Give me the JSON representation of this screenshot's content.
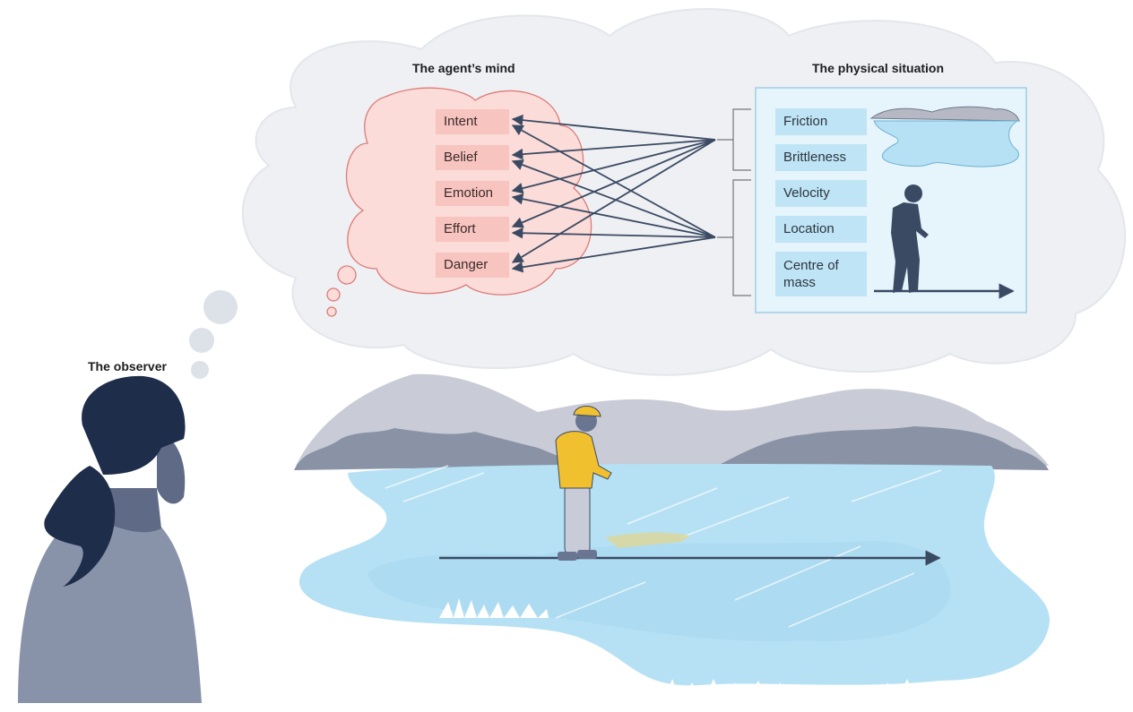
{
  "labels": {
    "agent_mind": "The agent’s mind",
    "physical_situation": "The physical situation",
    "observer": "The observer"
  },
  "mind_factors": [
    "Intent",
    "Belief",
    "Emotion",
    "Effort",
    "Danger"
  ],
  "physical_factors": {
    "environment_group": [
      "Friction",
      "Brittleness"
    ],
    "agent_group": [
      "Velocity",
      "Location",
      "Centre of mass"
    ]
  },
  "connections": {
    "environment_group_to": [
      "Intent",
      "Belief",
      "Emotion",
      "Effort",
      "Danger"
    ],
    "agent_group_to": [
      "Intent",
      "Belief",
      "Emotion",
      "Effort",
      "Danger"
    ]
  },
  "colors": {
    "thought_cloud": "#eef0f3",
    "mind_cloud": "#fbdcd8",
    "mind_box": "#f8c4bf",
    "phys_panel": "#e6f4fb",
    "phys_box": "#bfe4f5",
    "arrow": "#3b4a63",
    "ice": "#b6e1f5",
    "mountain": "#c9ccd6",
    "trees": "#8a93a6",
    "hair": "#1e2d4a",
    "skin": "#5f6b86",
    "shirt": "#8893aa",
    "jacket": "#f0c02e"
  }
}
